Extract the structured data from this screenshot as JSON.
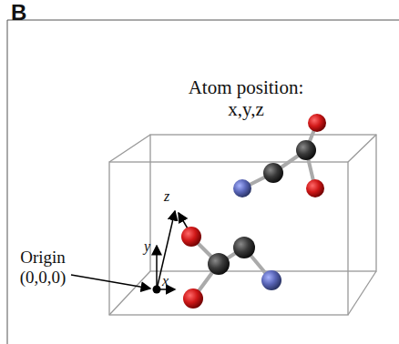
{
  "diagram": {
    "labels": [
      "B",
      "Atom position: x,y,z",
      "Origin (0,0,0)",
      "x",
      "y",
      "z"
    ]
  }
}
